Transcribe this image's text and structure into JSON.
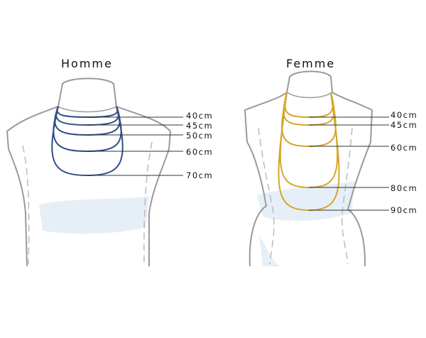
{
  "homme": {
    "title": "Homme",
    "chain_color": "#2f4f86",
    "lengths": [
      "40cm",
      "45cm",
      "50cm",
      "60cm",
      "70cm"
    ]
  },
  "femme": {
    "title": "Femme",
    "chain_color": "#d4a62a",
    "lengths": [
      "40cm",
      "45cm",
      "60cm",
      "80cm",
      "90cm"
    ]
  }
}
